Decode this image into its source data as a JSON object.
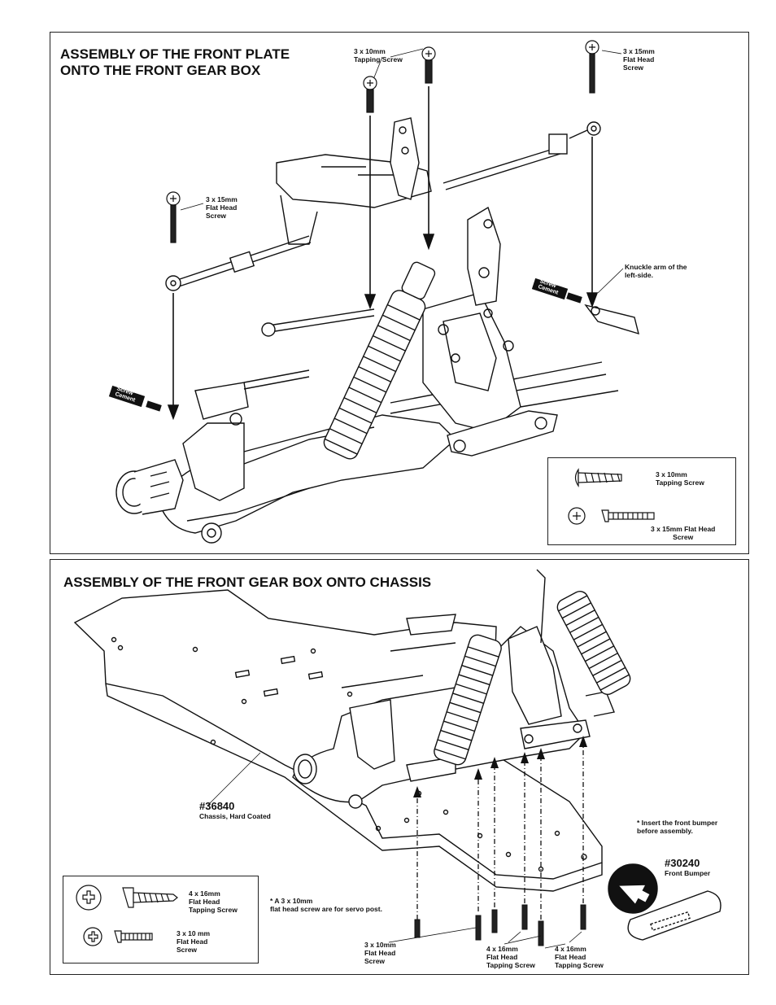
{
  "top_panel": {
    "title": "ASSEMBLY OF THE FRONT PLATE\nONTO THE FRONT GEAR BOX",
    "labels": {
      "tapping_screw_top": "3 x 10mm\nTapping Screw",
      "flat_head_right": "3 x 15mm\nFlat Head\nScrew",
      "flat_head_left": "3 x 15mm\nFlat Head\nScrew",
      "knuckle_arm": "Knuckle arm of the\nleft-side.",
      "screw_cement": "Screw\nCement"
    },
    "legend": {
      "item1": "3 x 10mm\nTapping Screw",
      "item2": "3 x 15mm Flat Head\nScrew"
    }
  },
  "bottom_panel": {
    "title": "ASSEMBLY OF THE FRONT GEAR BOX ONTO CHASSIS",
    "chassis_part_no": "#36840",
    "chassis_name": "Chassis, Hard Coated",
    "bumper_note": "* Insert the front bumper\n  before assembly.",
    "bumper_part_no": "#30240",
    "bumper_name": "Front Bumper",
    "servo_note": "* A 3 x 10mm\n  flat head screw are for servo post.",
    "screw_labels": {
      "flat_head_3x10": "3 x 10mm\nFlat  Head\nScrew",
      "tapping_4x16_a": "4 x 16mm\nFlat Head\nTapping Screw",
      "tapping_4x16_b": "4 x 16mm\nFlat Head\nTapping Screw"
    },
    "legend": {
      "item1": "4 x 16mm\nFlat Head\nTapping Screw",
      "item2": "3 x 10 mm\nFlat Head\nScrew"
    }
  }
}
